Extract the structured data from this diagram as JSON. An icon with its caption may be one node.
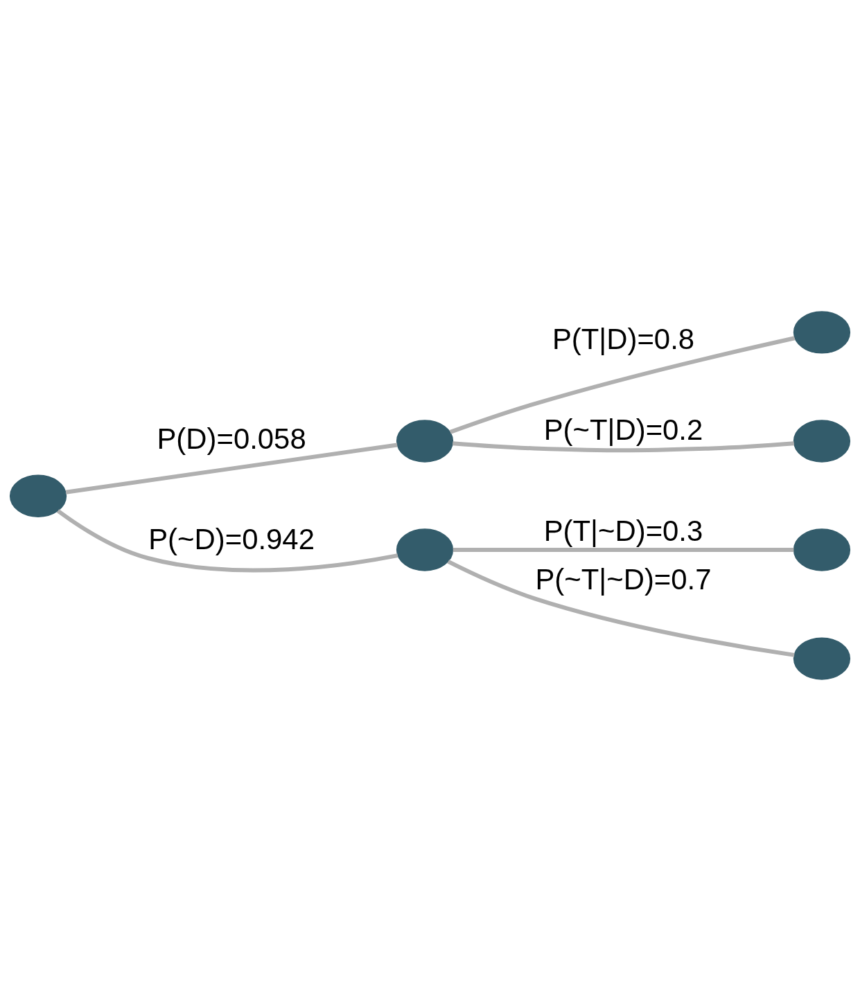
{
  "diagram": {
    "nodes": [
      {
        "text": [],
        "shape": "circle"
      },
      {
        "text": [],
        "shape": "circle"
      },
      {
        "text": [],
        "shape": "circle"
      },
      {
        "text": [],
        "shape": "circle"
      },
      {
        "text": [],
        "shape": "circle"
      },
      {
        "text": [],
        "shape": "circle"
      },
      {
        "text": [],
        "shape": "circle"
      }
    ],
    "edges": [
      {
        "from": 0,
        "to": 1,
        "arrow": "none",
        "label": "P(D)=0.058"
      },
      {
        "from": 0,
        "to": 2,
        "arrow": "none",
        "label": "P(~D)=0.942"
      },
      {
        "from": 1,
        "to": 3,
        "arrow": "none",
        "label": "P(T|D)=0.8"
      },
      {
        "from": 1,
        "to": 4,
        "arrow": "none",
        "label": "P(~T|D)=0.2"
      },
      {
        "from": 2,
        "to": 5,
        "arrow": "none",
        "label": "P(T|~D)=0.3"
      },
      {
        "from": 2,
        "to": 6,
        "arrow": "none",
        "label": "P(~T|~D)=0.7"
      }
    ]
  }
}
